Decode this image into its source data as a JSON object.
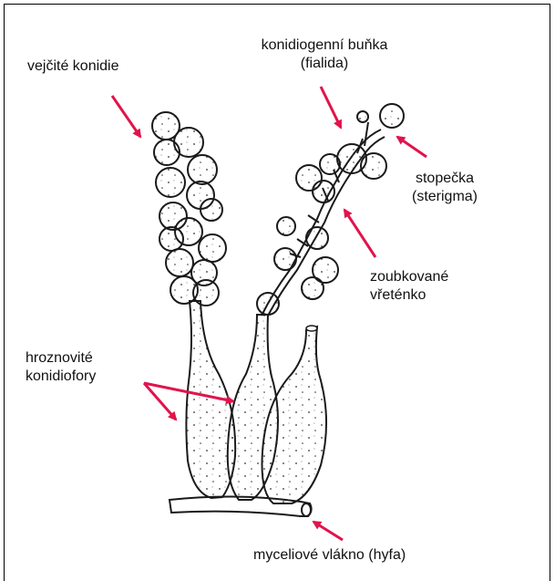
{
  "labels": {
    "conidia": "vejčité konidie",
    "phialide_line1": "konidiogenní buňka",
    "phialide_line2": "(fialida)",
    "sterigma_line1": "stopečka",
    "sterigma_line2": "(sterigma)",
    "rachis_line1": "zoubkované",
    "rachis_line2": "vřeténko",
    "conidiophores_line1": "hroznovité",
    "conidiophores_line2": "konidiofory",
    "hypha": "myceliové vlákno (hyfa)"
  },
  "colors": {
    "arrow": "#e0144c",
    "ink": "#1a1a1a",
    "fill": "#f3f3f0"
  }
}
